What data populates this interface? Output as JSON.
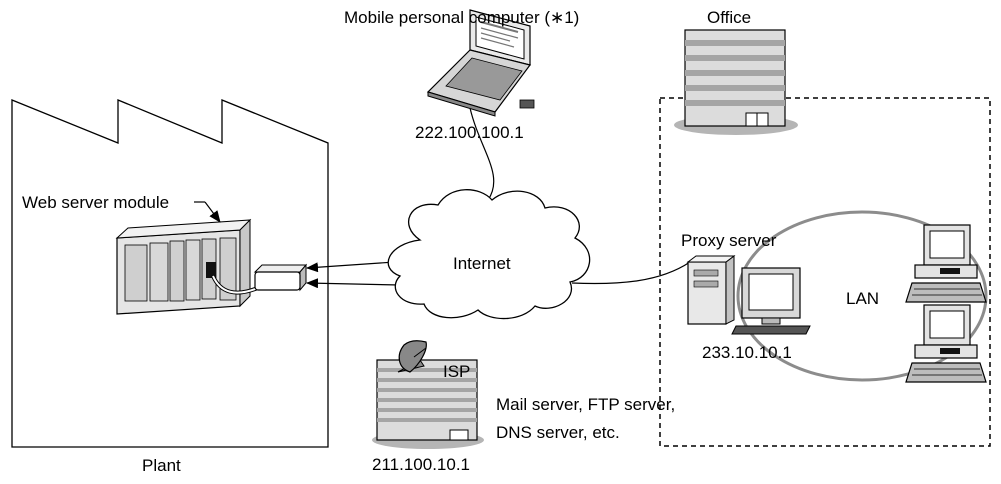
{
  "labels": {
    "mobile_pc": "Mobile personal computer (∗1)",
    "mobile_ip": "222.100.100.1",
    "office": "Office",
    "web_server_module": "Web server module",
    "plant": "Plant",
    "internet": "Internet",
    "proxy_server": "Proxy server",
    "proxy_ip": "233.10.10.1",
    "lan": "LAN",
    "isp": "ISP",
    "isp_services_line1": "Mail server, FTP server,",
    "isp_services_line2": "DNS server, etc.",
    "isp_ip": "211.100.10.1"
  }
}
